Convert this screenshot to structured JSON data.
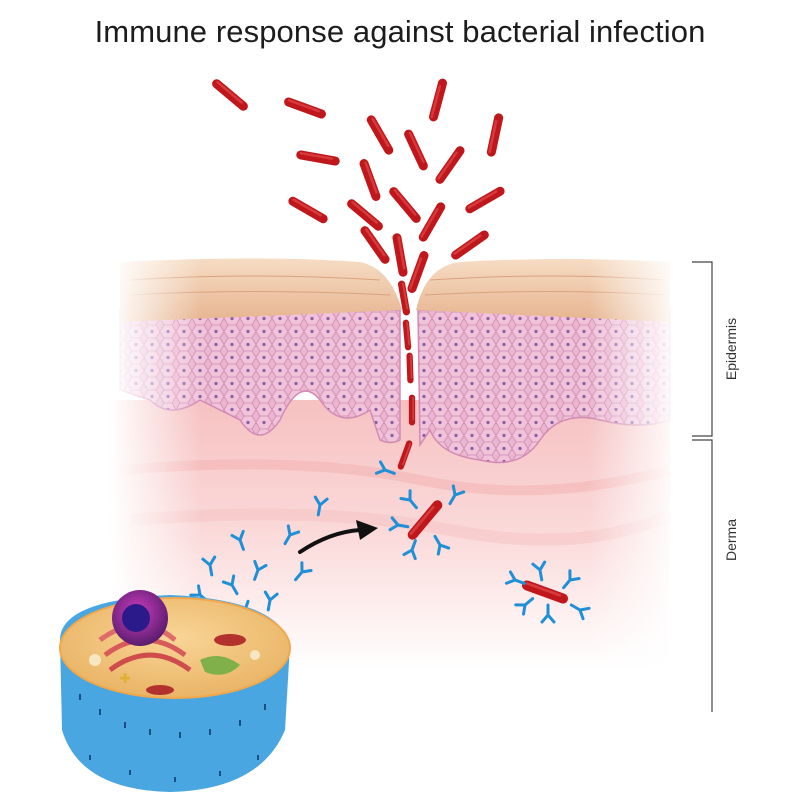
{
  "title": "Immune response against bacterial infection",
  "labels": {
    "epidermis": "Epidermis",
    "derma": "Derma"
  },
  "colors": {
    "bacteria": "#c0171c",
    "antibody": "#1f8fd6",
    "skin_surface": "#efc7a3",
    "epidermis_cells": "#e7a8c8",
    "derma": "#f7c9c9",
    "cell_membrane": "#4aa6e0",
    "cytoplasm": "#f2c77e",
    "nucleus": "#6a2e7e",
    "arrow": "#111111"
  },
  "icons": {
    "arrow": "curved-arrow-icon",
    "bacterium": "rod-bacterium-icon",
    "antibody": "y-antibody-icon"
  }
}
